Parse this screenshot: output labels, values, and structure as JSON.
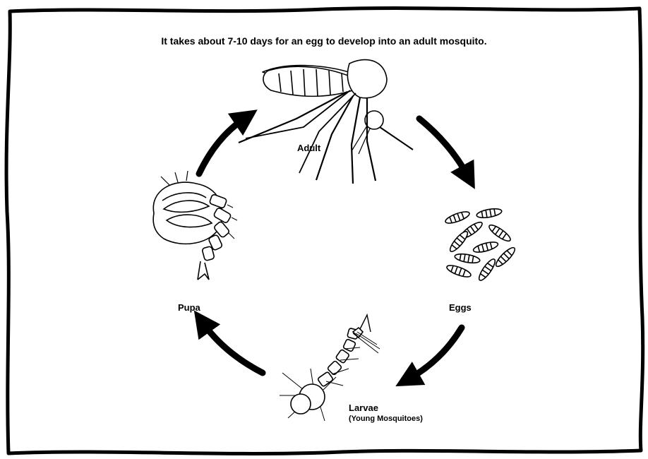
{
  "title": "It takes about 7-10 days for an egg to develop into an adult mosquito.",
  "stages": {
    "adult": "Adult",
    "eggs": "Eggs",
    "larvae": "Larvae",
    "larvae_sub": "(Young Mosquitoes)",
    "pupa": "Pupa"
  },
  "colors": {
    "ink": "#000000",
    "paper": "#ffffff"
  },
  "icons": {
    "adult": "mosquito-icon",
    "eggs": "egg-cluster-icon",
    "larvae": "larva-icon",
    "pupa": "pupa-icon"
  }
}
